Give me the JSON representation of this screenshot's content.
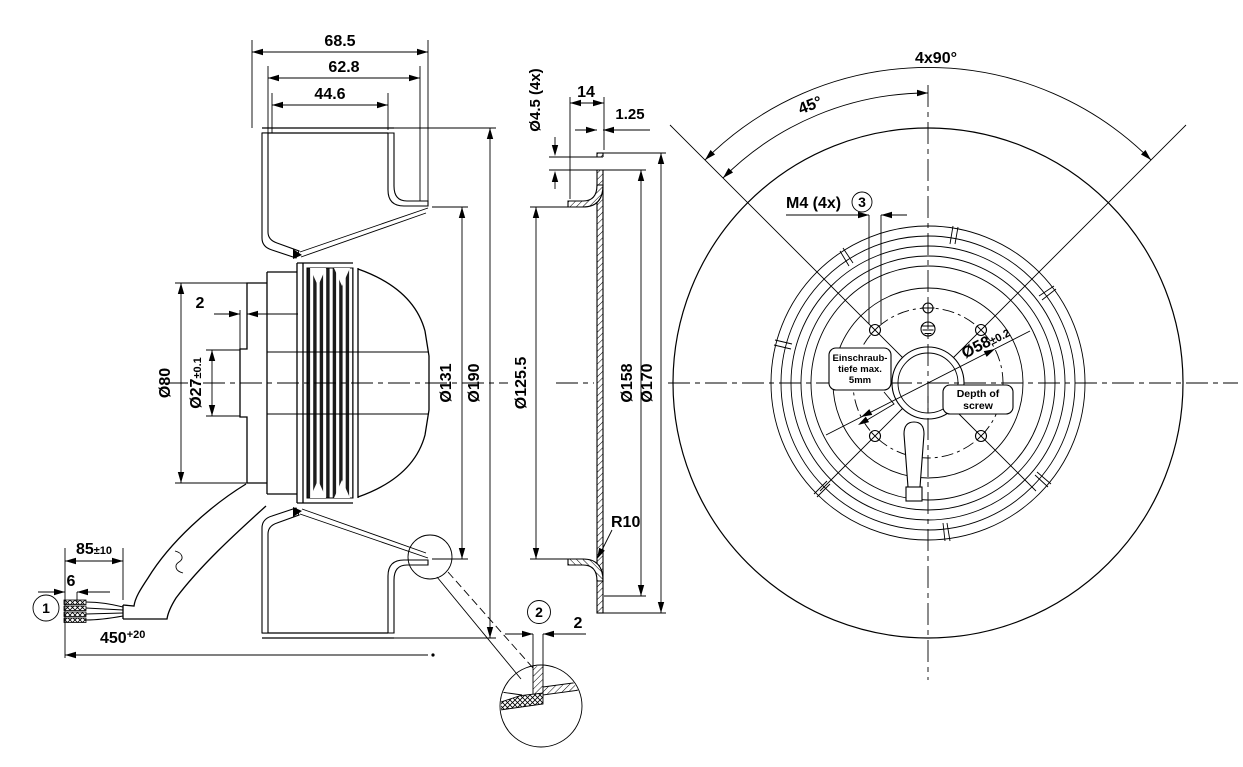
{
  "section": {
    "depth_total": "68.5",
    "depth_housing": "62.8",
    "depth_impeller": "44.6",
    "hub_step": "2",
    "flange_dia": "Ø80",
    "shaft_dia": "Ø27",
    "shaft_dia_tol": "±0.1",
    "inlet_dia": "Ø131",
    "impeller_dia": "Ø190",
    "lead_length": "85",
    "lead_length_tol": "±10",
    "strip_length": "6",
    "cable_length": "450",
    "cable_length_tol": "+20",
    "callout_leads": "1"
  },
  "flange": {
    "hole_dia": "Ø4.5 (4x)",
    "collar_depth": "14",
    "sheet_thickness": "1.25",
    "inner_dia": "Ø125.5",
    "bolt_circle_dia": "Ø158",
    "outer_dia": "Ø170",
    "lip_radius": "R10",
    "callout_detail": "2",
    "detail_wall": "2"
  },
  "front": {
    "hole_pattern": "4x90°",
    "hole_angle": "45°",
    "screw_spec": "M4 (4x)",
    "callout_screw": "3",
    "spigot_dia": "Ø58",
    "spigot_dia_tol": "±0.2",
    "note_de": [
      "Einschraub-",
      "tiefe max.",
      "5mm"
    ],
    "note_en": [
      "Depth of",
      "screw"
    ]
  }
}
